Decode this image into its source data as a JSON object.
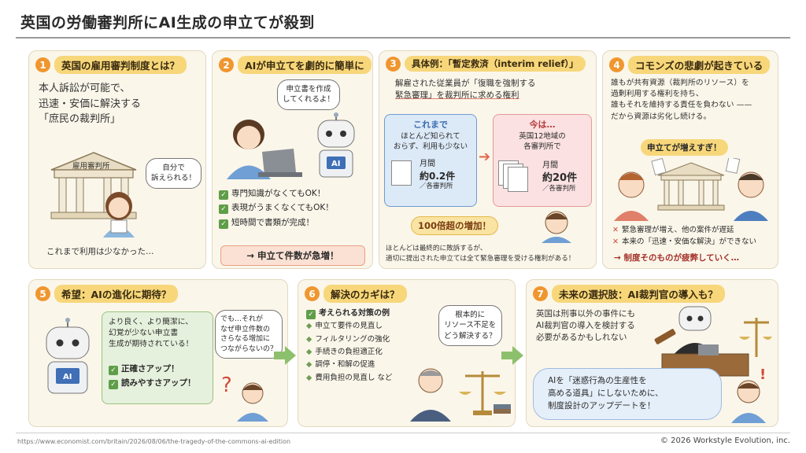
{
  "title": "英国の労働審判所にAI生成の申立てが殺到",
  "panels": {
    "p1": {
      "num": "1",
      "title": "英国の雇用審判制度とは？",
      "body": [
        "本人訴訟が可能で、",
        "迅速・安価に解決する",
        "「庶民の裁判所」"
      ],
      "building_label": "雇用審判所",
      "bubble": [
        "自分で",
        "訴えられる！"
      ],
      "footer": "これまで利用は少なかった…"
    },
    "p2": {
      "num": "2",
      "title": "AIが申立てを劇的に簡単に",
      "bubble": [
        "申立書を作成",
        "してくれるよ！"
      ],
      "robot_label": "AI",
      "checks": [
        "専門知識がなくてもOK！",
        "表現がうまくなくてもOK！",
        "短時間で書類が完成！"
      ],
      "banner": "→ 申立て件数が急増！"
    },
    "p3": {
      "num": "3",
      "title": "具体例：「暫定救済（interim relief）」",
      "desc": [
        "解雇された従業員が「復職を強制する",
        "緊急審理」を裁判所に求める権利"
      ],
      "before_title": "これまで",
      "before_desc": [
        "ほとんど知られて",
        "おらず、利用も少ない"
      ],
      "before_count": [
        "月間",
        "約0.2件",
        "／各審判所"
      ],
      "after_title": "今は…",
      "after_desc": [
        "英国12地域の",
        "各審判所で"
      ],
      "after_count": [
        "月間",
        "約20件",
        "／各審判所"
      ],
      "banner": "100倍超の増加！",
      "note": [
        "ほとんどは最終的に敗訴するが、",
        "適切に提出された申立ては全て緊急審理を受ける権利がある！"
      ]
    },
    "p4": {
      "num": "4",
      "title": "コモンズの悲劇が起きている",
      "body": [
        "誰もが共有資源（裁判所のリソース）を",
        "過剰利用する権利を持ち、",
        "誰もそれを維持する責任を負わない ——",
        "だから資源は劣化し続ける。"
      ],
      "banner": "申立てが増えすぎ！",
      "items": [
        "緊急審理が増え、他の案件が遅延",
        "本来の「迅速・安価な解決」ができない"
      ],
      "conclusion": "→ 制度そのものが疲弊していく…"
    },
    "p5": {
      "num": "5",
      "title": "希望：AIの進化に期待？",
      "robot_label": "AI",
      "box": [
        "より良く、より簡潔に、",
        "幻覚が少ない申立書",
        "生成が期待されている！"
      ],
      "checks": [
        "正確さアップ！",
        "読みやすさアップ！"
      ],
      "bubble": [
        "でも…それが",
        "なぜ申立件数の",
        "さらなる増加に",
        "つながらないの？"
      ]
    },
    "p6": {
      "num": "6",
      "title": "解決のカギは？",
      "list_title": "考えられる対策の例",
      "items": [
        "申立て要件の見直し",
        "フィルタリングの強化",
        "手続きの負担適正化",
        "調停・和解の促進",
        "費用負担の見直し など"
      ],
      "bubble": [
        "根本的に",
        "リソース不足を",
        "どう解決する？"
      ]
    },
    "p7": {
      "num": "7",
      "title": "未来の選択肢：AI裁判官の導入も？",
      "body": [
        "英国は刑事以外の事件にも",
        "AI裁判官の導入を検討する",
        "必要があるかもしれない"
      ],
      "box": [
        "AIを「迷惑行為の生産性を",
        "高める道具」にしないために、",
        "制度設計のアップデートを！"
      ]
    }
  },
  "footer": {
    "source": "https://www.economist.com/britain/2026/08/06/the-tragedy-of-the-commons-ai-edition",
    "copyright": "© 2026 Workstyle Evolution, inc."
  },
  "colors": {
    "accent": "#f0962f",
    "title_pill": "#f7d77a",
    "panel_bg": "#fbf6ea",
    "arrow": "#8dc06c"
  }
}
